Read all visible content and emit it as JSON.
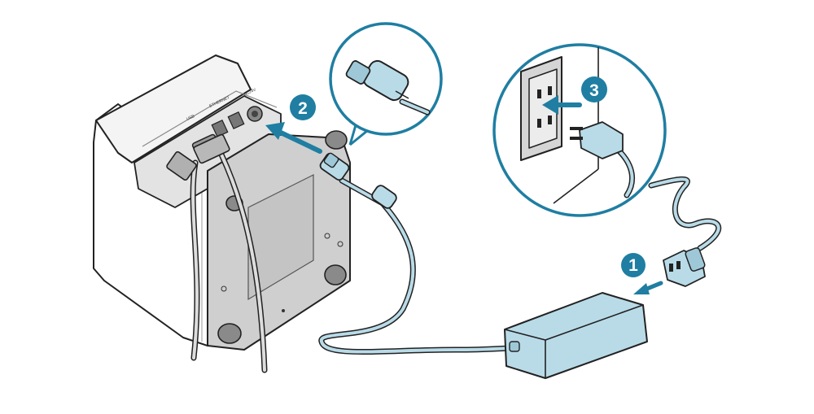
{
  "steps": [
    {
      "number": "1",
      "description": "connect-power-cord-to-adapter"
    },
    {
      "number": "2",
      "description": "connect-adapter-plug-to-printer"
    },
    {
      "number": "3",
      "description": "plug-cord-into-wall-outlet"
    }
  ],
  "colors": {
    "accent_teal": "#1f7ea2",
    "cable_blue": "#b9dbe8",
    "outline": "#222222",
    "printer_gray": "#cfcfcf"
  },
  "port_labels": {
    "label_a": "ETHERNET",
    "label_b": "USB",
    "label_c": "DC24V"
  },
  "icons": [
    "arrow-icon",
    "plug-icon",
    "outlet-icon",
    "power-adapter-icon",
    "printer-icon"
  ]
}
